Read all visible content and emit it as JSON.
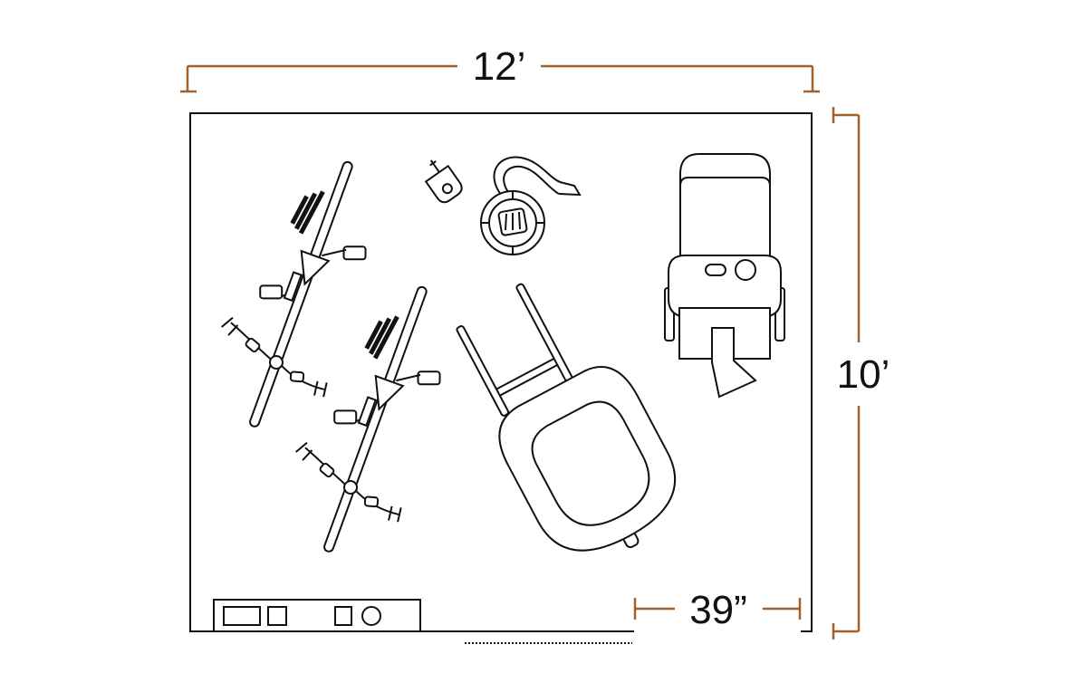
{
  "dimensions": {
    "width_label": "12’",
    "height_label": "10’",
    "door_label": "39”"
  },
  "items": [
    {
      "icon": "bicycle-icon"
    },
    {
      "icon": "bicycle-icon"
    },
    {
      "icon": "hose-reel-icon"
    },
    {
      "icon": "spray-nozzle-icon"
    },
    {
      "icon": "wheelbarrow-icon"
    },
    {
      "icon": "lawn-mower-icon"
    },
    {
      "icon": "workbench-icon"
    }
  ],
  "colors": {
    "dimension": "#A0612A",
    "outline": "#111111"
  }
}
